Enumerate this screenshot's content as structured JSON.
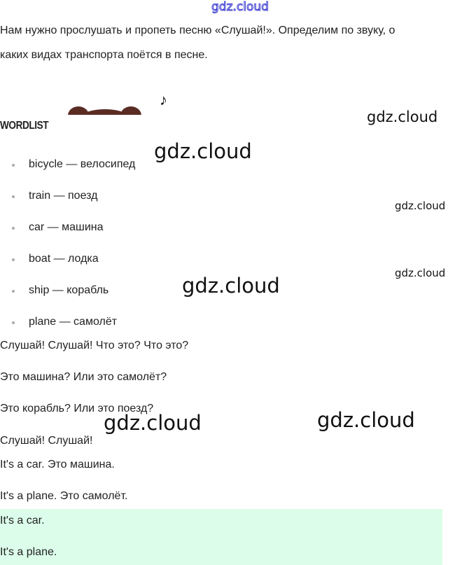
{
  "watermarks": [
    "gdz.cloud",
    "gdz.cloud",
    "gdz.cloud",
    "gdz.cloud",
    "gdz.cloud",
    "gdz.cloud",
    "gdz.cloud",
    "gdz.cloud"
  ],
  "intro": [
    "Нам нужно прослушать и пропеть песню «Слушай!». Определим по звуку, о",
    "каких видах транспорта поётся в песне."
  ],
  "note": "♪",
  "wordlist": {
    "heading": "WORDLIST",
    "items": [
      "bicycle — велосипед",
      "train — поезд",
      "car — машина",
      "boat — лодка",
      "ship — корабль",
      "plane — самолёт"
    ]
  },
  "song": [
    "Слушай! Слушай! Что это? Что это?",
    "Это машина? Или это самолёт?",
    "Это корабль? Или это поезд?",
    "Слушай! Слушай!",
    "It's a car. Это машина.",
    "It's a plane. Это самолёт."
  ],
  "answer": [
    "It's a car.",
    "It's a plane."
  ],
  "colors": {
    "answer_bg": "#dcfde9",
    "watermark_top": "#3a3ad0"
  }
}
